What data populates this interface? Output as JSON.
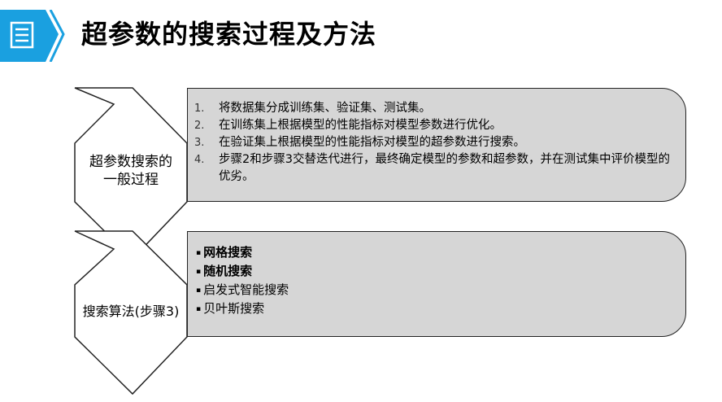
{
  "header": {
    "title": "超参数的搜索过程及方法",
    "icon": "document-lines-icon",
    "accent_color": "#1aa0e0"
  },
  "chevron1": {
    "label_line1": "超参数搜索的",
    "label_line2": "一般过程"
  },
  "chevron2": {
    "label": "搜索算法(步骤3)"
  },
  "steps": [
    {
      "num": "1.",
      "text": "将数据集分成训练集、验证集、测试集。"
    },
    {
      "num": "2.",
      "text": "在训练集上根据模型的性能指标对模型参数进行优化。"
    },
    {
      "num": "3.",
      "text": "在验证集上根据模型的性能指标对模型的超参数进行搜索。"
    },
    {
      "num": "4.",
      "text": "步骤2和步骤3交替迭代进行，最终确定模型的参数和超参数，并在测试集中评价模型的优劣。"
    }
  ],
  "methods": [
    {
      "bullet": "▪",
      "text": "网格搜索"
    },
    {
      "bullet": "▪",
      "text": "随机搜索"
    },
    {
      "bullet": "▪",
      "text": "启发式智能搜索"
    },
    {
      "bullet": "▪",
      "text": "贝叶斯搜索"
    }
  ]
}
